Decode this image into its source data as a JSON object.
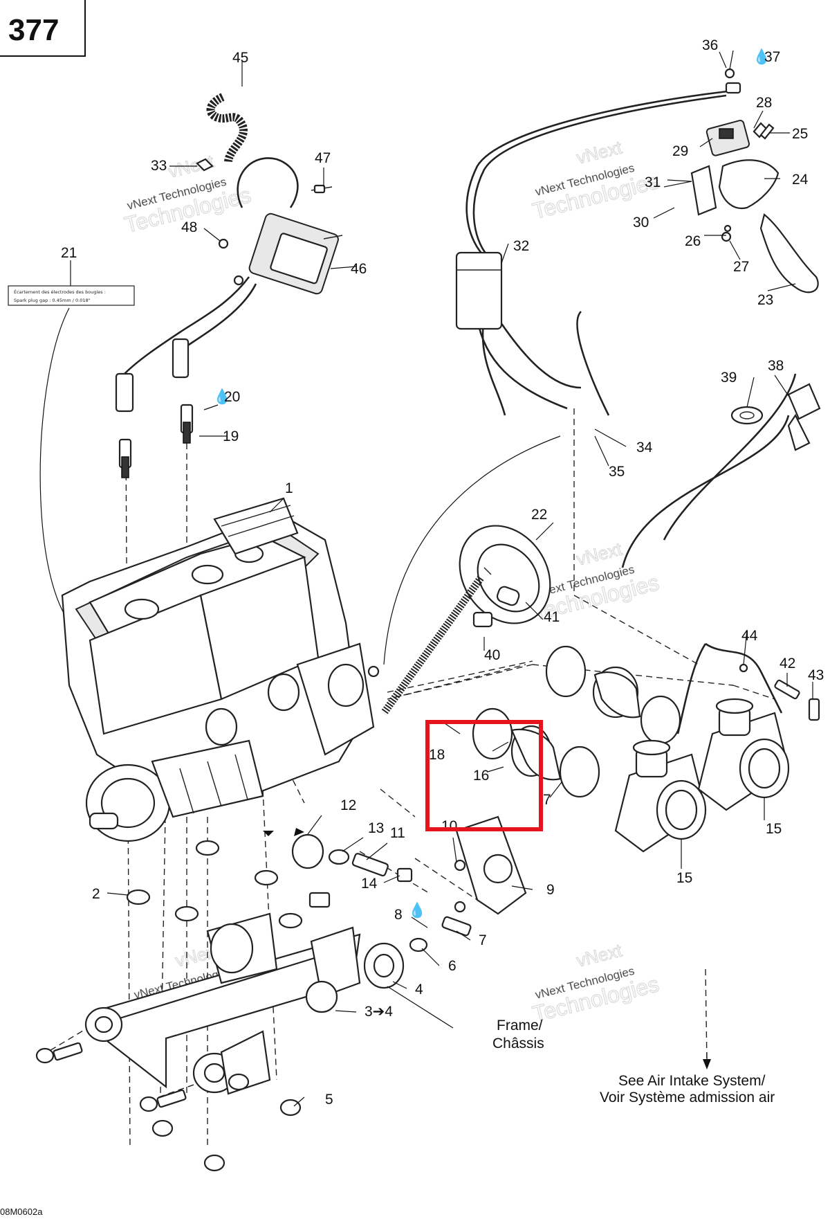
{
  "page_number": "377",
  "drawing_code": "08M0602a",
  "watermark_lines": [
    "vNext",
    "vNext Technologies",
    "Technologies"
  ],
  "note_label": {
    "line1": "Écartement des électrodes des bougies :",
    "line2": "Spark plug gap : 0.45mm / 0.018\""
  },
  "callouts": {
    "c1": "1",
    "c2": "2",
    "c3_4": "3➔4",
    "c4": "4",
    "c5": "5",
    "c6": "6",
    "c7a": "7",
    "c7b": "7",
    "c8": "8",
    "c9": "9",
    "c10": "10",
    "c11": "11",
    "c12": "12",
    "c13": "13",
    "c14": "14",
    "c15a": "15",
    "c15b": "15",
    "c16": "16",
    "c18": "18",
    "c19": "19",
    "c20": "20",
    "c21": "21",
    "c22": "22",
    "c23": "23",
    "c24": "24",
    "c25": "25",
    "c26": "26",
    "c27": "27",
    "c28": "28",
    "c29": "29",
    "c30": "30",
    "c31": "31",
    "c32": "32",
    "c33": "33",
    "c34": "34",
    "c35": "35",
    "c36": "36",
    "c37": "37",
    "c38": "38",
    "c39": "39",
    "c40": "40",
    "c41": "41",
    "c42": "42",
    "c43": "43",
    "c44": "44",
    "c45": "45",
    "c46": "46",
    "c47": "47",
    "c48": "48"
  },
  "frame_label": {
    "line1": "Frame/",
    "line2": "Châssis"
  },
  "air_intake_note": {
    "line1": "See Air Intake System/",
    "line2": "Voir Système admission air"
  },
  "highlight_color": "#e8141c"
}
